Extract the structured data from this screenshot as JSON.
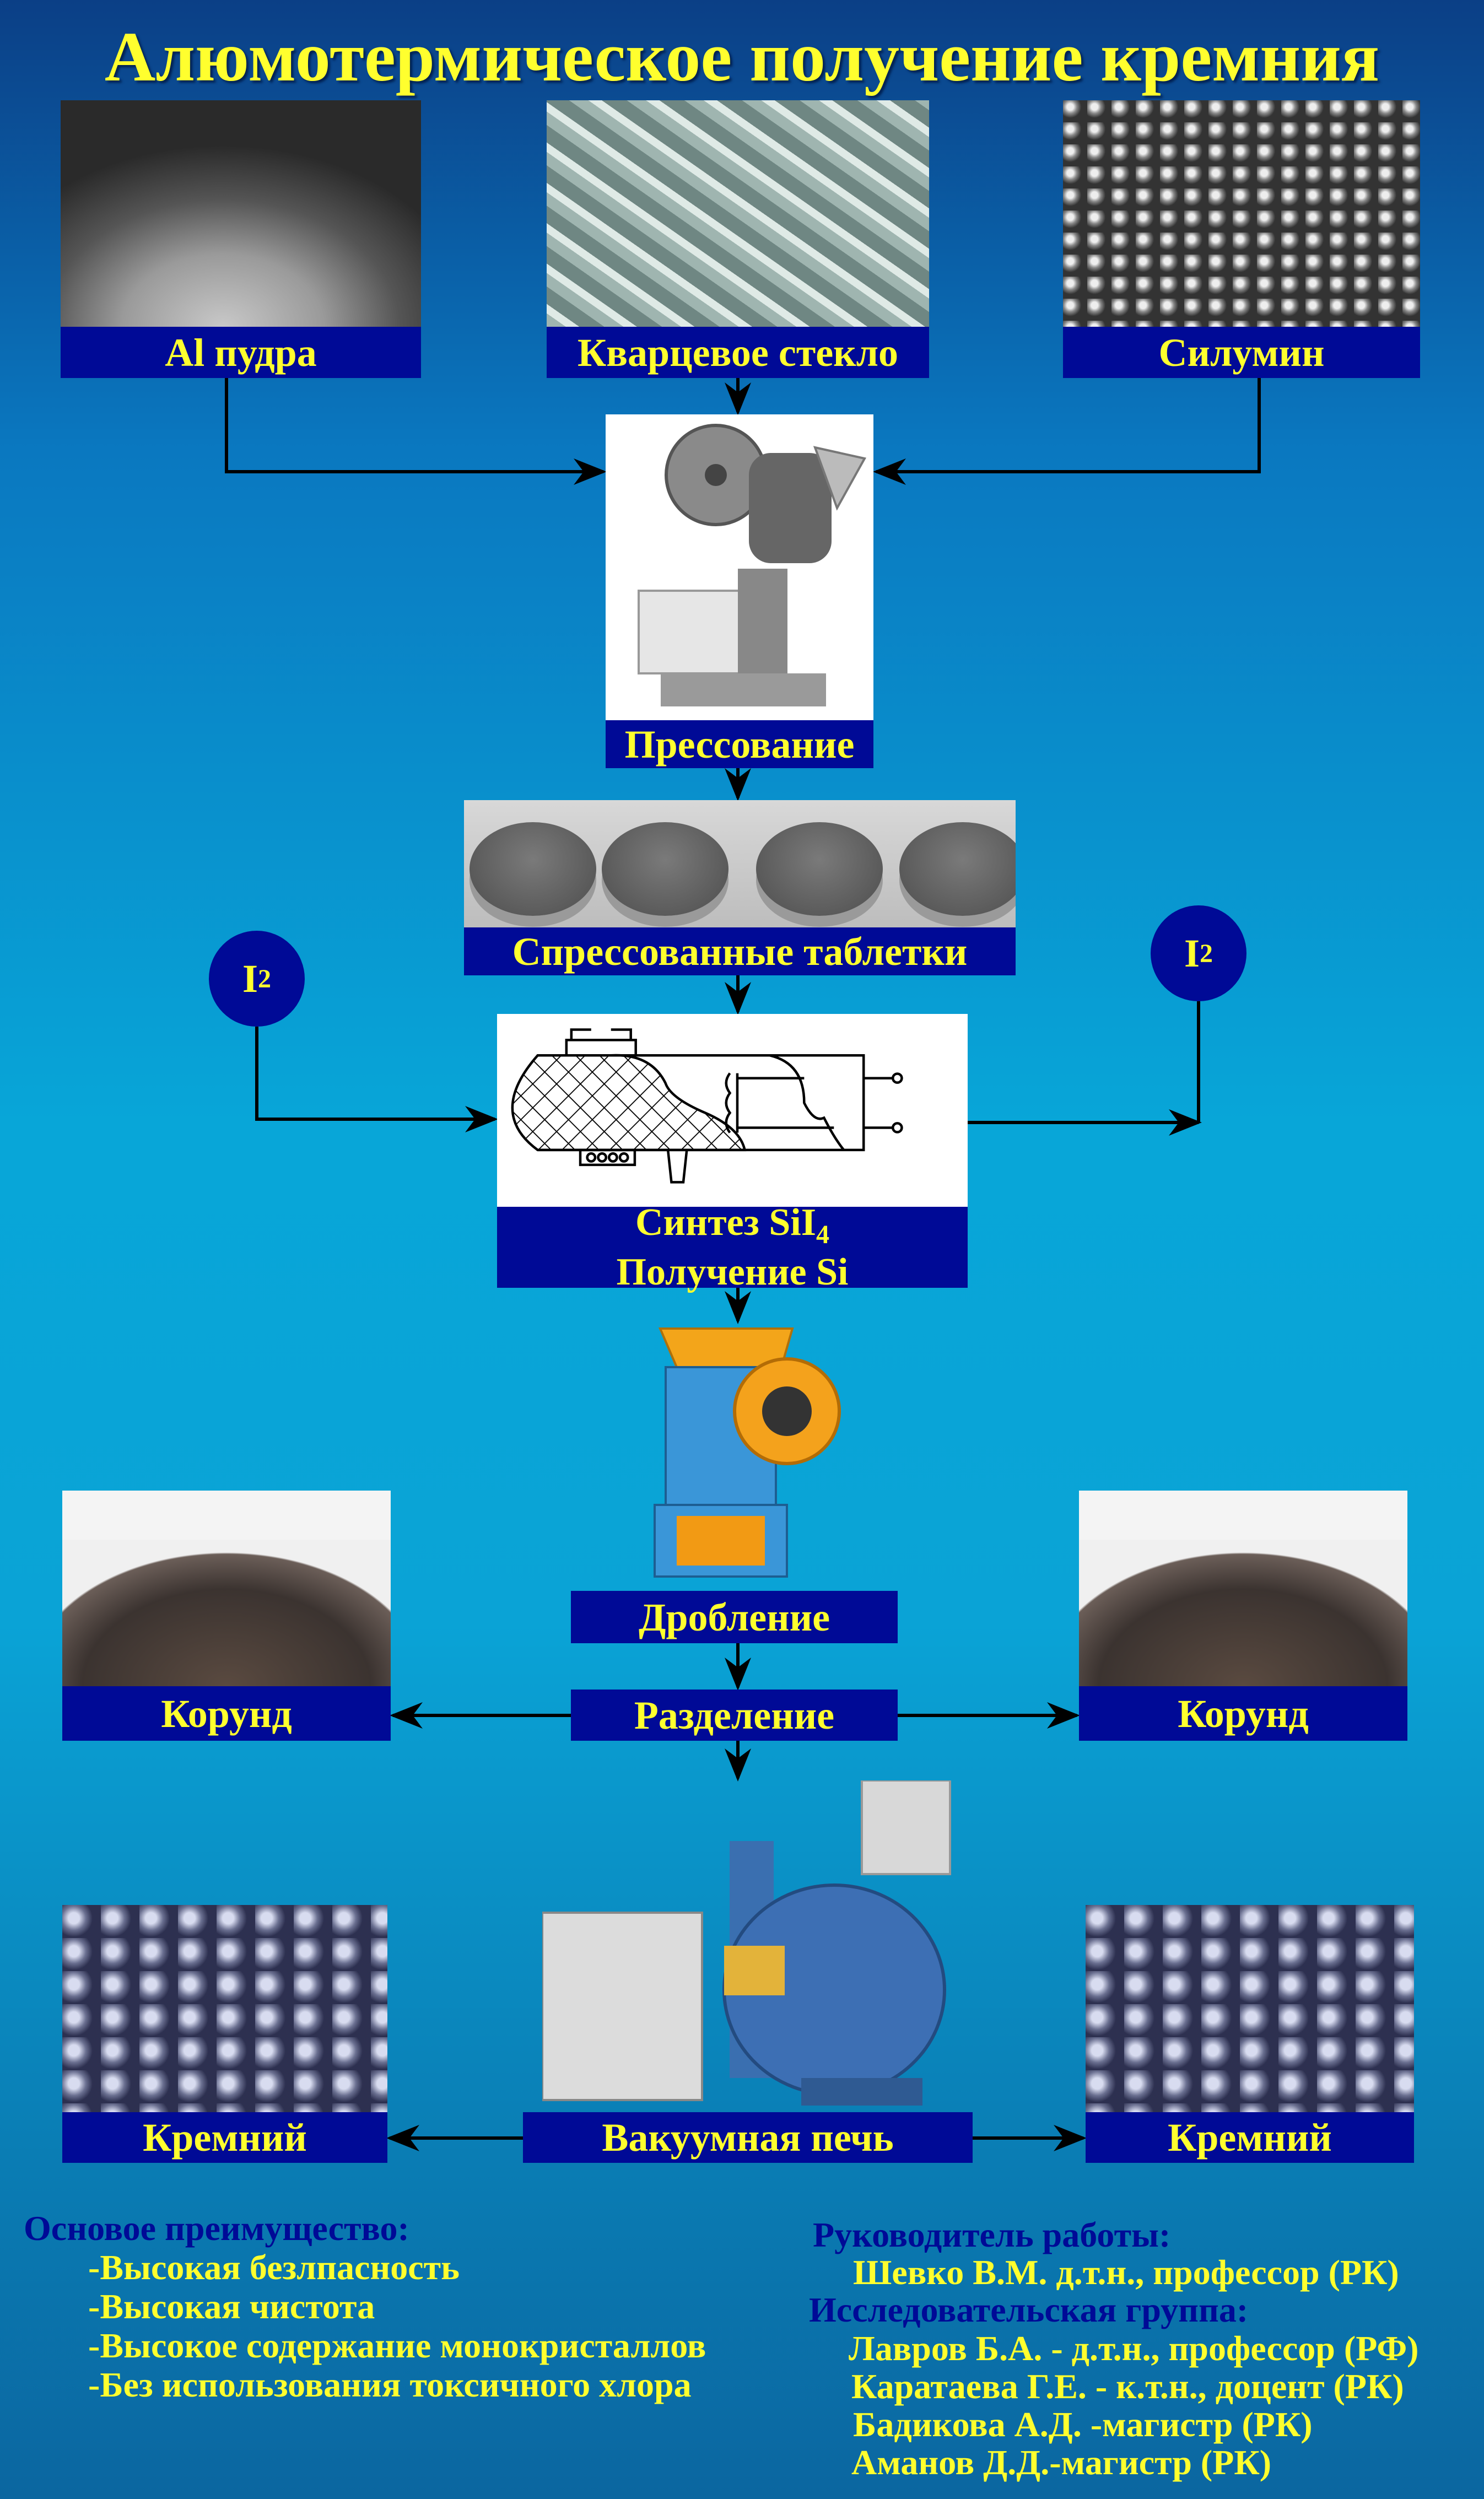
{
  "title": "Алюмотермическое получение кремния",
  "inputs": [
    {
      "label": "Al пудра"
    },
    {
      "label": "Кварцевое стекло"
    },
    {
      "label": "Силумин"
    }
  ],
  "steps": {
    "pressing": "Прессование",
    "tablets": "Спрессованные таблетки",
    "synthesis_line1": "Синтез SiI",
    "synthesis_sub": "4",
    "synthesis_line2": "Получение Si",
    "crushing": "Дробление",
    "separation": "Разделение",
    "vacuum_furnace": "Вакуумная печь"
  },
  "iodine": {
    "symbol": "I",
    "sub": "2"
  },
  "outputs": {
    "corundum_left": "Корунд",
    "corundum_right": "Корунд",
    "silicon_left": "Кремний",
    "silicon_right": "Кремний"
  },
  "advantages": {
    "heading": "Основое преимущество:",
    "items": [
      "-Высокая безлпасность",
      "-Высокая чистота",
      "-Высокое содержание монокристаллов",
      "-Без использования токсичного хлора"
    ]
  },
  "team": {
    "leader_heading": "Руководитель работы:",
    "leader": "Шевко В.М.  д.т.н., профессор (РК)",
    "group_heading": "Исследовательская группа:",
    "members": [
      "Лавров Б.А. - д.т.н., профессор (РФ)",
      "Каратаева Г.Е. - к.т.н., доцент (РК)",
      "Бадикова А.Д. -магистр (РК)",
      "Аманов Д.Д.-магистр (РК)"
    ]
  },
  "colors": {
    "label_bg": "#000a96",
    "label_text": "#ffff2e"
  }
}
